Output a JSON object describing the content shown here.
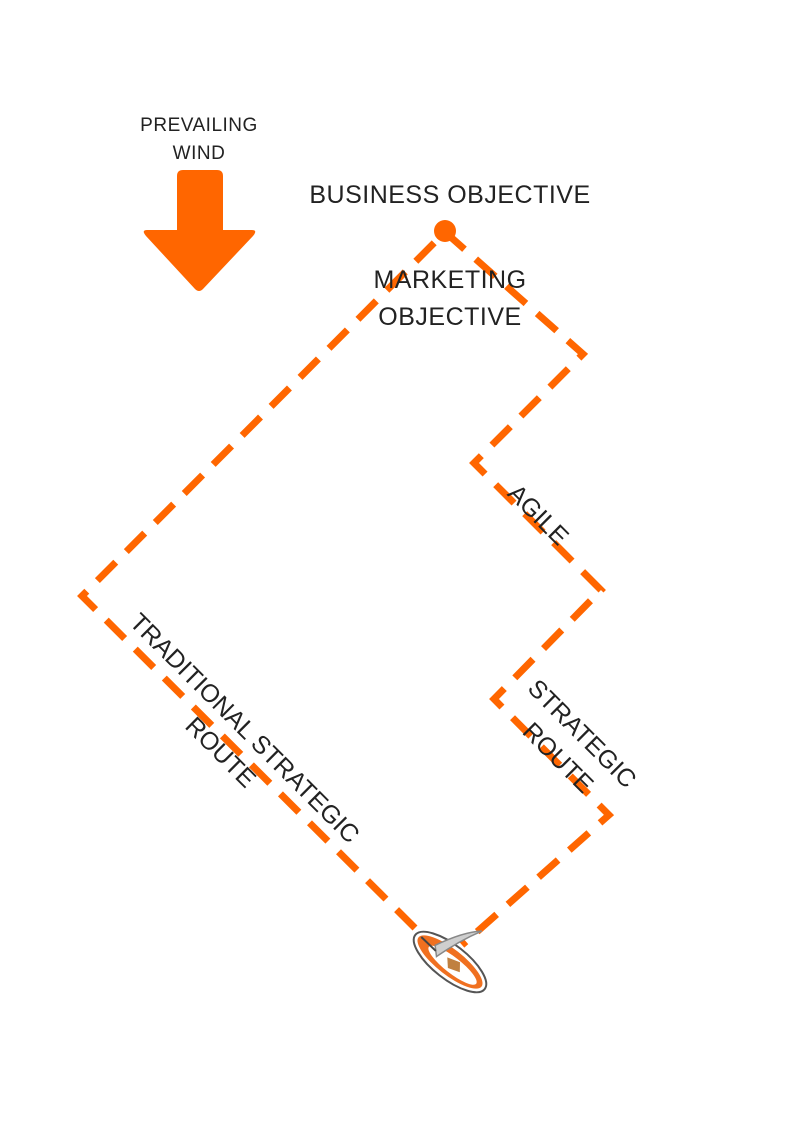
{
  "wind": {
    "label_line1": "PREVAILING",
    "label_line2": "WIND",
    "arrow_icon": "down-arrow-icon"
  },
  "business_objective": "BUSINESS OBJECTIVE",
  "marketing_objective": {
    "line1": "MARKETING",
    "line2": "OBJECTIVE"
  },
  "routes": {
    "agile": "AGILE",
    "traditional_line1": "TRADITIONAL STRATEGIC",
    "traditional_line2": "ROUTE",
    "strategic_line1": "STRATEGIC",
    "strategic_line2": "ROUTE"
  },
  "boat_icon": "sailboat-icon",
  "colors": {
    "accent": "#FF6600",
    "text": "#222222"
  }
}
